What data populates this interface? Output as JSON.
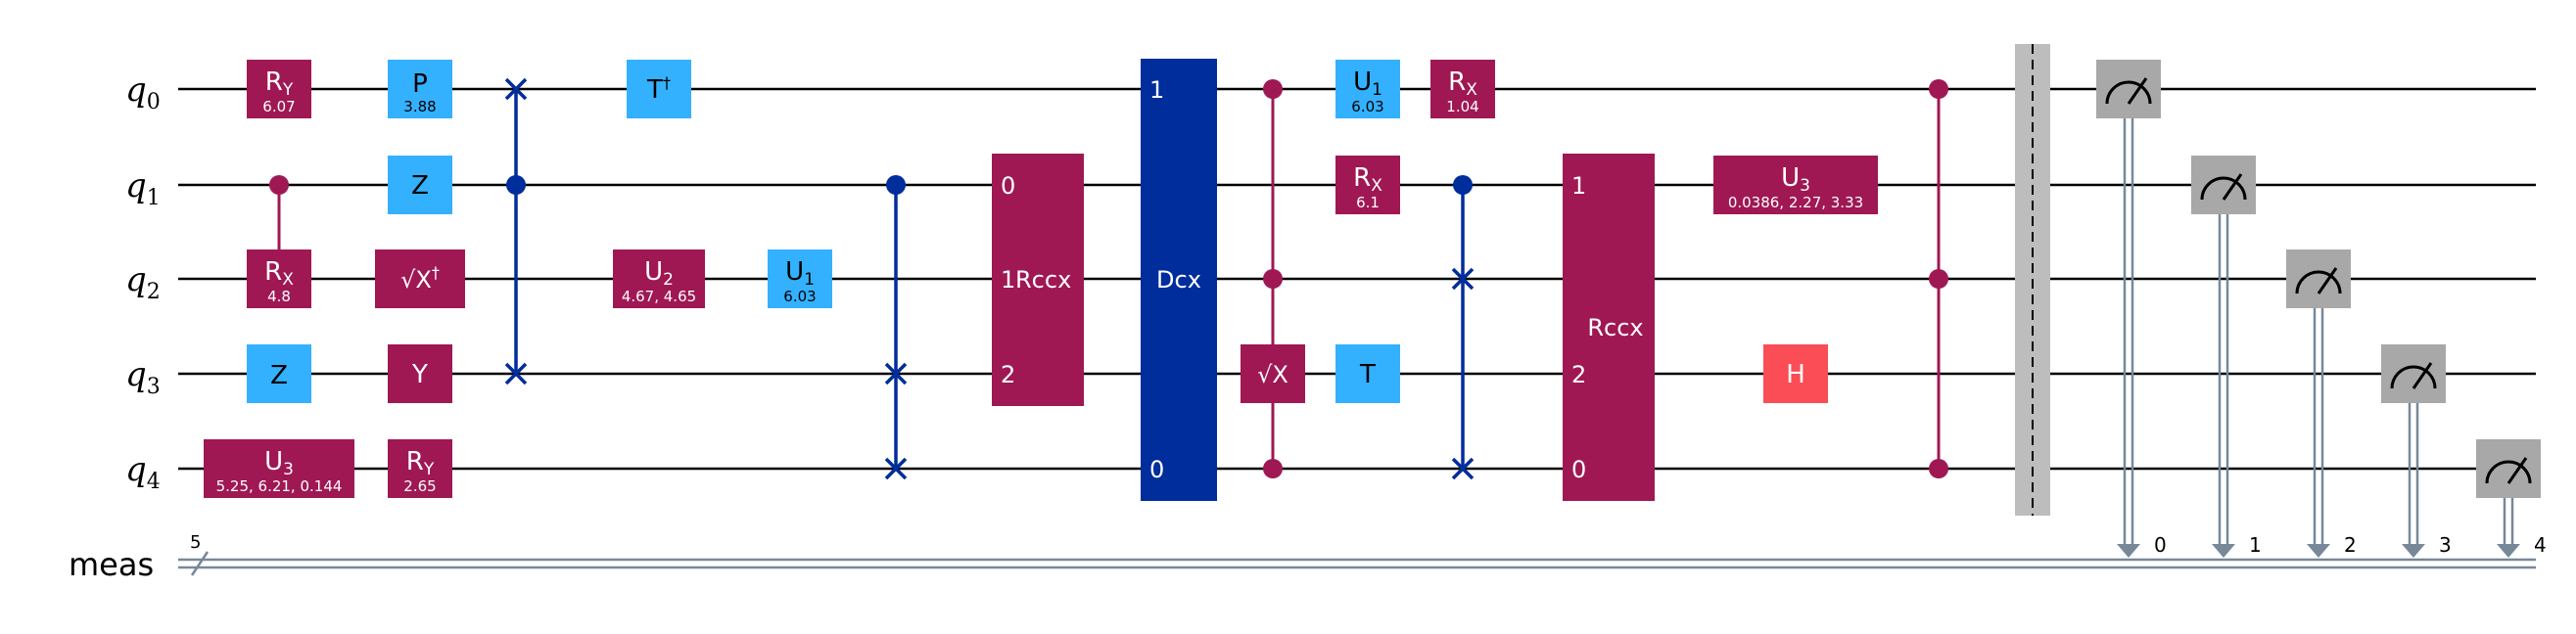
{
  "circuit": {
    "qubits": [
      {
        "name": "q",
        "index": "0"
      },
      {
        "name": "q",
        "index": "1"
      },
      {
        "name": "q",
        "index": "2"
      },
      {
        "name": "q",
        "index": "3"
      },
      {
        "name": "q",
        "index": "4"
      }
    ],
    "classical_register": {
      "name": "meas",
      "size": "5",
      "bits": [
        "0",
        "1",
        "2",
        "3",
        "4"
      ]
    },
    "colors": {
      "wire": "#000000",
      "classical_wire": "#778899",
      "purple": "#9f1853",
      "light_blue": "#33b1ff",
      "dark_blue": "#002d9c",
      "navy_swap": "#002d9c",
      "red": "#fa4d56",
      "gray": "#a8a8a8",
      "barrier": "#bdbdbd"
    },
    "gates": {
      "ry_q0": {
        "label": "R",
        "sub": "Y",
        "param": "6.07"
      },
      "rx_q2_ctrl": {
        "label": "R",
        "sub": "X",
        "param": "4.8"
      },
      "z_q3": {
        "label": "Z"
      },
      "u3_q4": {
        "label": "U",
        "sub": "3",
        "param": "5.25, 6.21, 0.144"
      },
      "p_q0": {
        "label": "P",
        "param": "3.88"
      },
      "z_q1": {
        "label": "Z"
      },
      "sxdg_q2": {
        "label": "√X",
        "sup": "†"
      },
      "y_q3": {
        "label": "Y"
      },
      "ry_q4": {
        "label": "R",
        "sub": "Y",
        "param": "2.65"
      },
      "tdg_q0": {
        "label": "T",
        "sup": "†"
      },
      "u2_q2": {
        "label": "U",
        "sub": "2",
        "param": "4.67, 4.65"
      },
      "u1_q2": {
        "label": "U",
        "sub": "1",
        "param": "6.03"
      },
      "rccx_a": {
        "label": "Rccx",
        "pins": [
          "0",
          "1",
          "2"
        ]
      },
      "dcx": {
        "label": "Dcx",
        "pins": [
          "1",
          "0"
        ]
      },
      "csx_target": {
        "label": "√X"
      },
      "u1_q0": {
        "label": "U",
        "sub": "1",
        "param": "6.03"
      },
      "rx_q1": {
        "label": "R",
        "sub": "X",
        "param": "6.1"
      },
      "t_q3": {
        "label": "T"
      },
      "rx_q0": {
        "label": "R",
        "sub": "X",
        "param": "1.04"
      },
      "rccx_b": {
        "label": "Rccx",
        "pins": [
          "1",
          "2",
          "0"
        ]
      },
      "u3_q1": {
        "label": "U",
        "sub": "3",
        "param": "0.0386, 2.27, 3.33"
      },
      "h_q3": {
        "label": "H"
      }
    }
  }
}
